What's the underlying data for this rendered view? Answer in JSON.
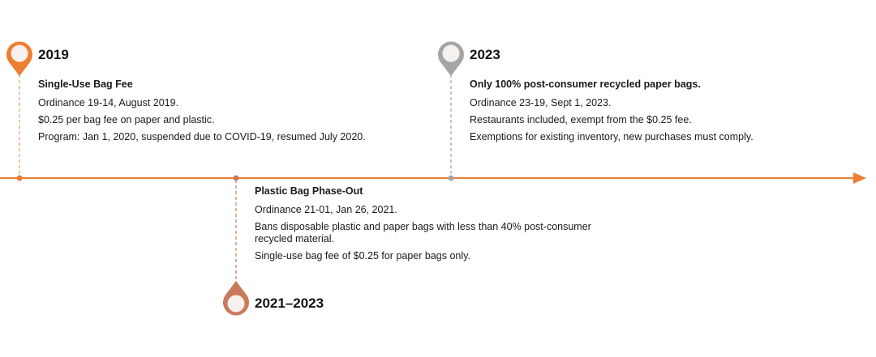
{
  "colors": {
    "axis": "#ed7d31",
    "marker_2019": "#ed7d31",
    "marker_2023": "#a5a5a5",
    "marker_2021": "#c97a5a",
    "leader_2019": "#e59a6b",
    "leader_2021": "#c97a5a",
    "leader_2023": "#a0a0a0",
    "marker_fill": "#f7f1ed"
  },
  "events": [
    {
      "year": "2019",
      "title": "Single-Use Bag Fee",
      "lines": [
        " Ordinance 19-14, August 2019.",
        "$0.25 per bag fee on paper and plastic.",
        "Program: Jan 1, 2020, suspended due to COVID-19, resumed July 2020."
      ]
    },
    {
      "year": "2021–2023",
      "title": "Plastic Bag Phase-Out",
      "lines": [
        "Ordinance 21-01, Jan 26, 2021.",
        "Bans disposable plastic and paper bags with less than 40% post-consumer recycled material.",
        "Single-use bag fee of $0.25 for paper bags only."
      ]
    },
    {
      "year": "2023",
      "title": "Only 100% post-consumer recycled paper bags.",
      "lines": [
        "Ordinance 23-19, Sept 1, 2023.",
        "Restaurants included, exempt from the $0.25 fee.",
        "Exemptions for existing inventory, new purchases must comply."
      ]
    }
  ]
}
